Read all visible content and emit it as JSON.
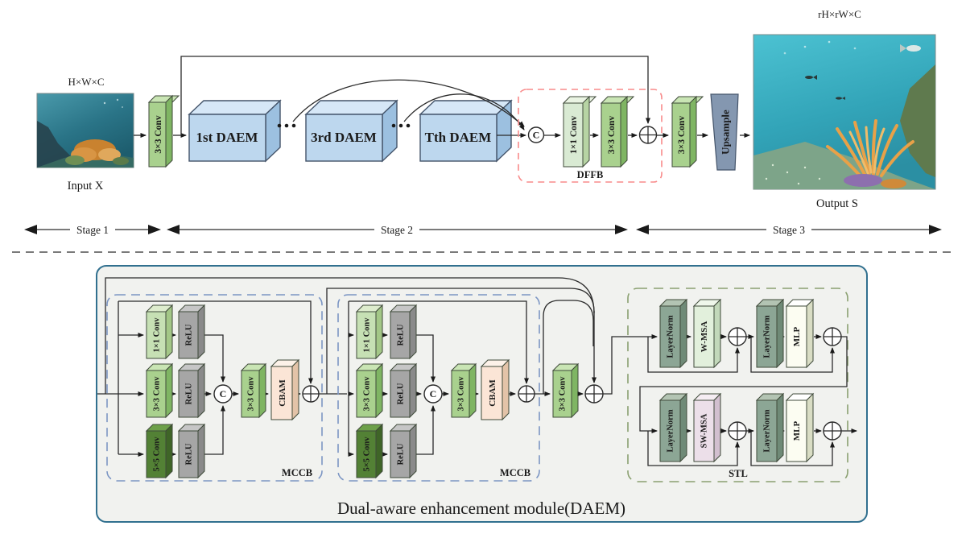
{
  "figure": {
    "caption": "Dual-aware enhancement module(DAEM)",
    "stages": [
      "Stage 1",
      "Stage 2",
      "Stage 3"
    ]
  },
  "pipeline": {
    "input_dims": "H×W×C",
    "input_label": "Input X",
    "conv_in": "3×3 Conv",
    "daem_blocks": [
      "1st DAEM",
      "3rd DAEM",
      "Tth DAEM"
    ],
    "concat": "C",
    "dffb": {
      "label": "DFFB",
      "conv1": "1×1 Conv",
      "conv2": "3×3 Conv"
    },
    "conv_out": "3×3 Conv",
    "upsample": "Upsample",
    "output_dims": "rH×rW×C",
    "output_label": "Output S"
  },
  "daem": {
    "mccb_label": "MCCB",
    "conv1x1": "1×1 Conv",
    "conv3x3": "3×3 Conv",
    "conv5x5": "5×5 Conv",
    "relu": "ReLU",
    "concat": "C",
    "cbam": "CBAM",
    "conv_fuse": "3×3 Conv",
    "stl": {
      "label": "STL",
      "layernorm": "LayerNorm",
      "wmsa": "W-MSA",
      "swmsa": "SW-MSA",
      "mlp": "MLP"
    }
  },
  "colors": {
    "conv_green": "#a9d18e",
    "conv_light_green": "#c6e0b4",
    "conv_dark_green": "#538135",
    "relu_gray": "#a6a6a6",
    "cbam_peach": "#fbe5d6",
    "daem_blue": "#bdd7ee",
    "layernorm_sage": "#8ca695",
    "wmsa_pale": "#e2f0dc",
    "swmsa_pink": "#ecdfe9",
    "mlp_ivory": "#fcfdf2",
    "upsample_slate": "#8497b0",
    "dffb_border": "#f88a8a",
    "mccb_border": "#7c96c4",
    "stl_border": "#8aa070",
    "container_border": "#31708f",
    "divider_blue": "#5b84c4"
  }
}
